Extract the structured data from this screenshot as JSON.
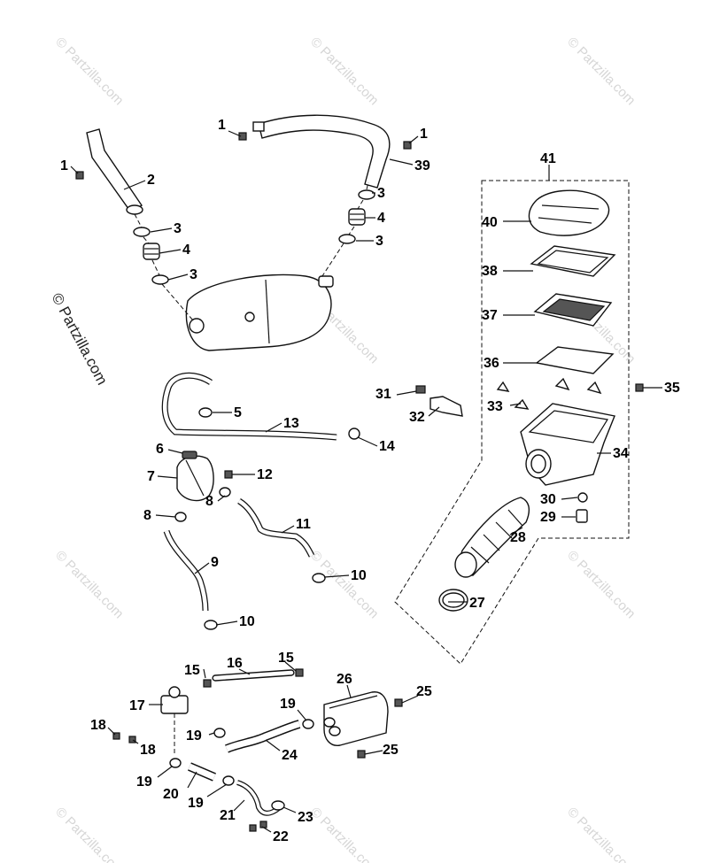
{
  "watermark": {
    "main": "© Partzilla.com",
    "tile": "© Partzilla.com"
  },
  "callouts": {
    "c1a": "1",
    "c1b": "1",
    "c1c": "1",
    "c2": "2",
    "c3a": "3",
    "c3b": "3",
    "c3c": "3",
    "c3d": "3",
    "c4a": "4",
    "c4b": "4",
    "c5": "5",
    "c6": "6",
    "c7": "7",
    "c8a": "8",
    "c8b": "8",
    "c9": "9",
    "c10a": "10",
    "c10b": "10",
    "c11": "11",
    "c12": "12",
    "c13": "13",
    "c14": "14",
    "c15a": "15",
    "c15b": "15",
    "c16": "16",
    "c17": "17",
    "c18a": "18",
    "c18b": "18",
    "c19a": "19",
    "c19b": "19",
    "c19c": "19",
    "c19d": "19",
    "c20": "20",
    "c21": "21",
    "c22": "22",
    "c23": "23",
    "c24": "24",
    "c25a": "25",
    "c25b": "25",
    "c26": "26",
    "c27": "27",
    "c28": "28",
    "c29": "29",
    "c30": "30",
    "c31": "31",
    "c32": "32",
    "c33": "33",
    "c34": "34",
    "c35": "35",
    "c36": "36",
    "c37": "37",
    "c38": "38",
    "c39": "39",
    "c40": "40",
    "c41": "41"
  }
}
